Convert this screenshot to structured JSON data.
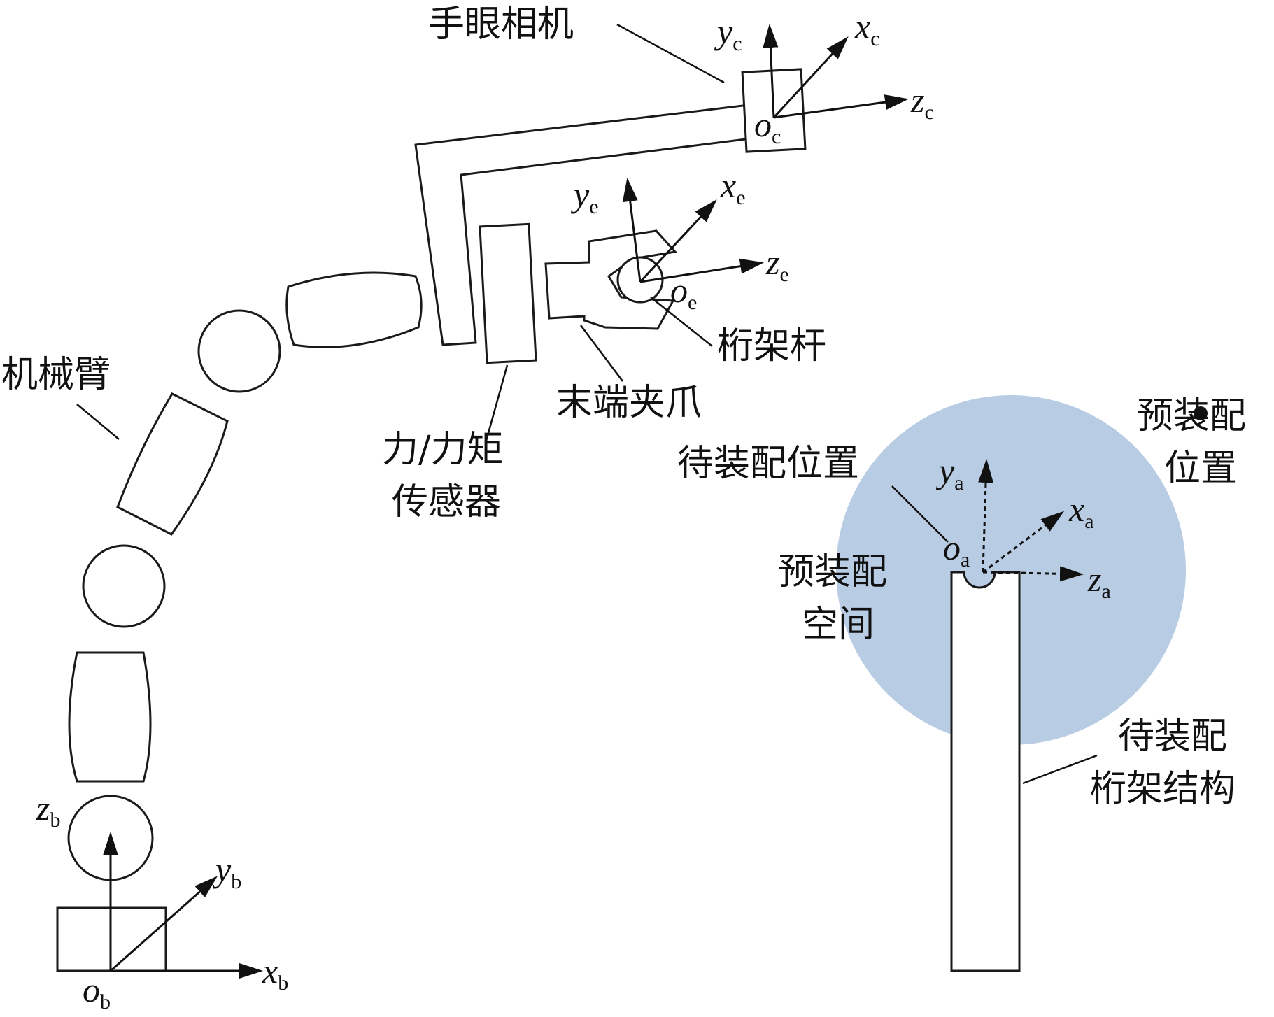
{
  "labels": {
    "hand_eye_camera": "手眼相机",
    "robot_arm": "机械臂",
    "ft_sensor_line1": "力/力矩",
    "ft_sensor_line2": "传感器",
    "truss_rod": "桁架杆",
    "end_gripper": "末端夹爪",
    "to_assemble_position": "待装配位置",
    "pre_assemble_position_line1": "预装配",
    "pre_assemble_position_line2": "位置",
    "pre_assemble_space_line1": "预装配",
    "pre_assemble_space_line2": "空间",
    "truss_structure_line1": "待装配",
    "truss_structure_line2": "桁架结构"
  },
  "frames": {
    "camera": {
      "x": "x",
      "y": "y",
      "z": "z",
      "o": "o",
      "sub": "c"
    },
    "end_effector": {
      "x": "x",
      "y": "y",
      "z": "z",
      "o": "o",
      "sub": "e"
    },
    "assembly": {
      "x": "x",
      "y": "y",
      "z": "z",
      "o": "o",
      "sub": "a"
    },
    "base": {
      "x": "x",
      "y": "y",
      "z": "z",
      "o": "o",
      "sub": "b"
    }
  },
  "colors": {
    "pre_assembly_space_fill": "#b8cce4",
    "line": "#111111"
  }
}
